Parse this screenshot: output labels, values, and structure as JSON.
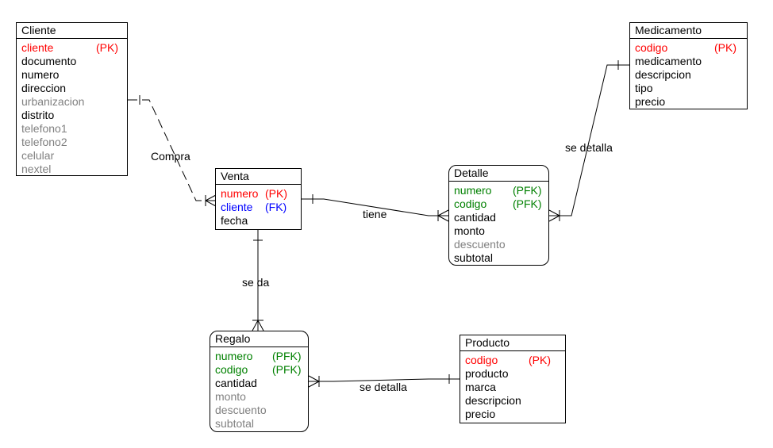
{
  "colors": {
    "pk": "#ff0000",
    "fk": "#0000ff",
    "pfk": "#008000",
    "optional": "#808080",
    "normal": "#000000"
  },
  "entities": {
    "cliente": {
      "title": "Cliente",
      "attrs": [
        {
          "name": "cliente",
          "key": "(PK)",
          "kind": "pk"
        },
        {
          "name": "documento",
          "key": "",
          "kind": "normal"
        },
        {
          "name": "numero",
          "key": "",
          "kind": "normal"
        },
        {
          "name": "direccion",
          "key": "",
          "kind": "normal"
        },
        {
          "name": "urbanizacion",
          "key": "",
          "kind": "optional"
        },
        {
          "name": "distrito",
          "key": "",
          "kind": "normal"
        },
        {
          "name": "telefono1",
          "key": "",
          "kind": "optional"
        },
        {
          "name": "telefono2",
          "key": "",
          "kind": "optional"
        },
        {
          "name": "celular",
          "key": "",
          "kind": "optional"
        },
        {
          "name": "nextel",
          "key": "",
          "kind": "optional"
        }
      ]
    },
    "medicamento": {
      "title": "Medicamento",
      "attrs": [
        {
          "name": "codigo",
          "key": "(PK)",
          "kind": "pk"
        },
        {
          "name": "medicamento",
          "key": "",
          "kind": "normal"
        },
        {
          "name": "descripcion",
          "key": "",
          "kind": "normal"
        },
        {
          "name": "tipo",
          "key": "",
          "kind": "normal"
        },
        {
          "name": "precio",
          "key": "",
          "kind": "normal"
        }
      ]
    },
    "venta": {
      "title": "Venta",
      "attrs": [
        {
          "name": "numero",
          "key": "(PK)",
          "kind": "pk"
        },
        {
          "name": "cliente",
          "key": "(FK)",
          "kind": "fk"
        },
        {
          "name": "fecha",
          "key": "",
          "kind": "normal"
        }
      ]
    },
    "detalle": {
      "title": "Detalle",
      "attrs": [
        {
          "name": "numero",
          "key": "(PFK)",
          "kind": "pfk"
        },
        {
          "name": "codigo",
          "key": "(PFK)",
          "kind": "pfk"
        },
        {
          "name": "cantidad",
          "key": "",
          "kind": "normal"
        },
        {
          "name": "monto",
          "key": "",
          "kind": "normal"
        },
        {
          "name": "descuento",
          "key": "",
          "kind": "optional"
        },
        {
          "name": "subtotal",
          "key": "",
          "kind": "normal"
        }
      ]
    },
    "regalo": {
      "title": "Regalo",
      "attrs": [
        {
          "name": "numero",
          "key": "(PFK)",
          "kind": "pfk"
        },
        {
          "name": "codigo",
          "key": "(PFK)",
          "kind": "pfk"
        },
        {
          "name": "cantidad",
          "key": "",
          "kind": "normal"
        },
        {
          "name": "monto",
          "key": "",
          "kind": "optional"
        },
        {
          "name": "descuento",
          "key": "",
          "kind": "optional"
        },
        {
          "name": "subtotal",
          "key": "",
          "kind": "optional"
        }
      ]
    },
    "producto": {
      "title": "Producto",
      "attrs": [
        {
          "name": "codigo",
          "key": "(PK)",
          "kind": "pk"
        },
        {
          "name": "producto",
          "key": "",
          "kind": "normal"
        },
        {
          "name": "marca",
          "key": "",
          "kind": "normal"
        },
        {
          "name": "descripcion",
          "key": "",
          "kind": "normal"
        },
        {
          "name": "precio",
          "key": "",
          "kind": "normal"
        }
      ]
    }
  },
  "relationships": {
    "compra": "Compra",
    "tiene": "tiene",
    "se_detalla_medicamento": "se detalla",
    "se_da": "se da",
    "se_detalla_producto": "se detalla"
  }
}
